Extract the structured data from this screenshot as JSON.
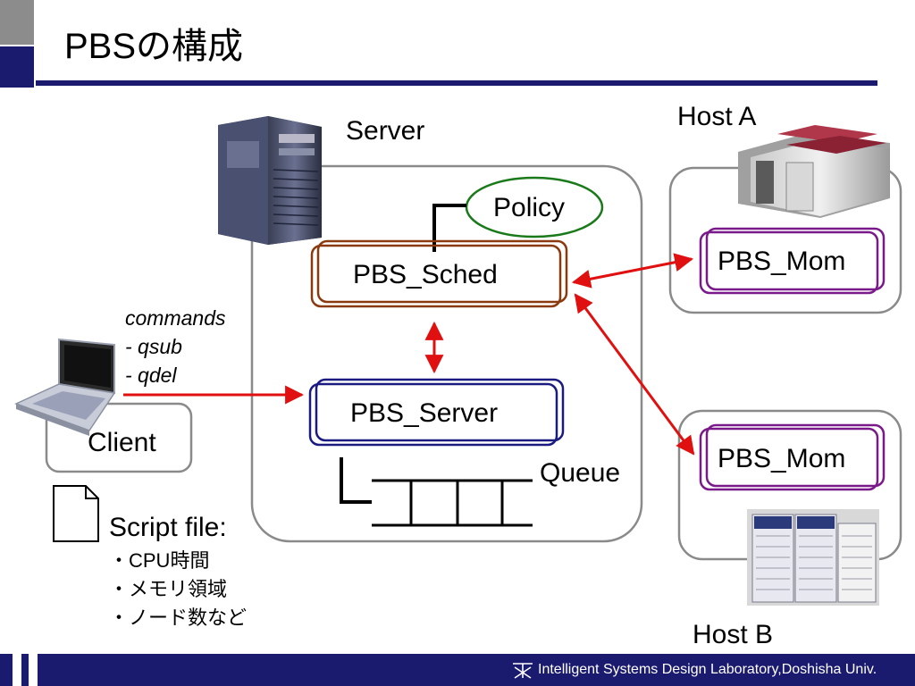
{
  "slide": {
    "title": "PBSの構成"
  },
  "server": {
    "label": "Server",
    "sched_label": "PBS_Sched",
    "server_label": "PBS_Server",
    "policy_label": "Policy",
    "queue_label": "Queue"
  },
  "hosts": {
    "a_label": "Host A",
    "b_label": "Host B",
    "mom_a_label": "PBS_Mom",
    "mom_b_label": "PBS_Mom"
  },
  "client": {
    "label": "Client",
    "commands_heading": "commands",
    "commands": [
      "- qsub",
      "- qdel"
    ]
  },
  "script_file": {
    "heading": "Script file:",
    "items": [
      "・CPU時間",
      "・メモリ領域",
      "・ノード数など"
    ]
  },
  "footer": {
    "text": "Intelligent Systems Design Laboratory,Doshisha Univ."
  },
  "colors": {
    "navy": "#1a1a6e",
    "sched_border": "#8b3a0f",
    "server_border": "#1a1a80",
    "mom_border": "#7a1a8a",
    "policy_border": "#1a7a1a",
    "arrow": "#e01010",
    "container": "#8a8a8a"
  }
}
